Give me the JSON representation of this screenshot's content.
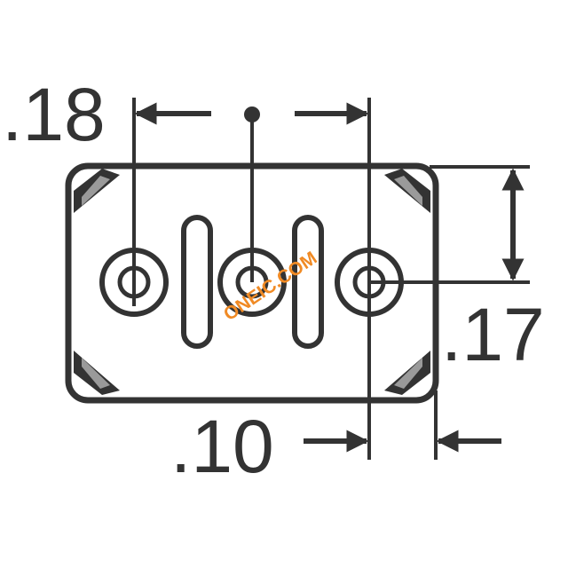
{
  "dimensions": {
    "top_width": ".18",
    "right_height": ".17",
    "bottom_width": ".10"
  },
  "watermark": {
    "text": "ONEIC.COM",
    "color": "#f08a24"
  },
  "colors": {
    "line": "#333333",
    "background": "#ffffff"
  }
}
